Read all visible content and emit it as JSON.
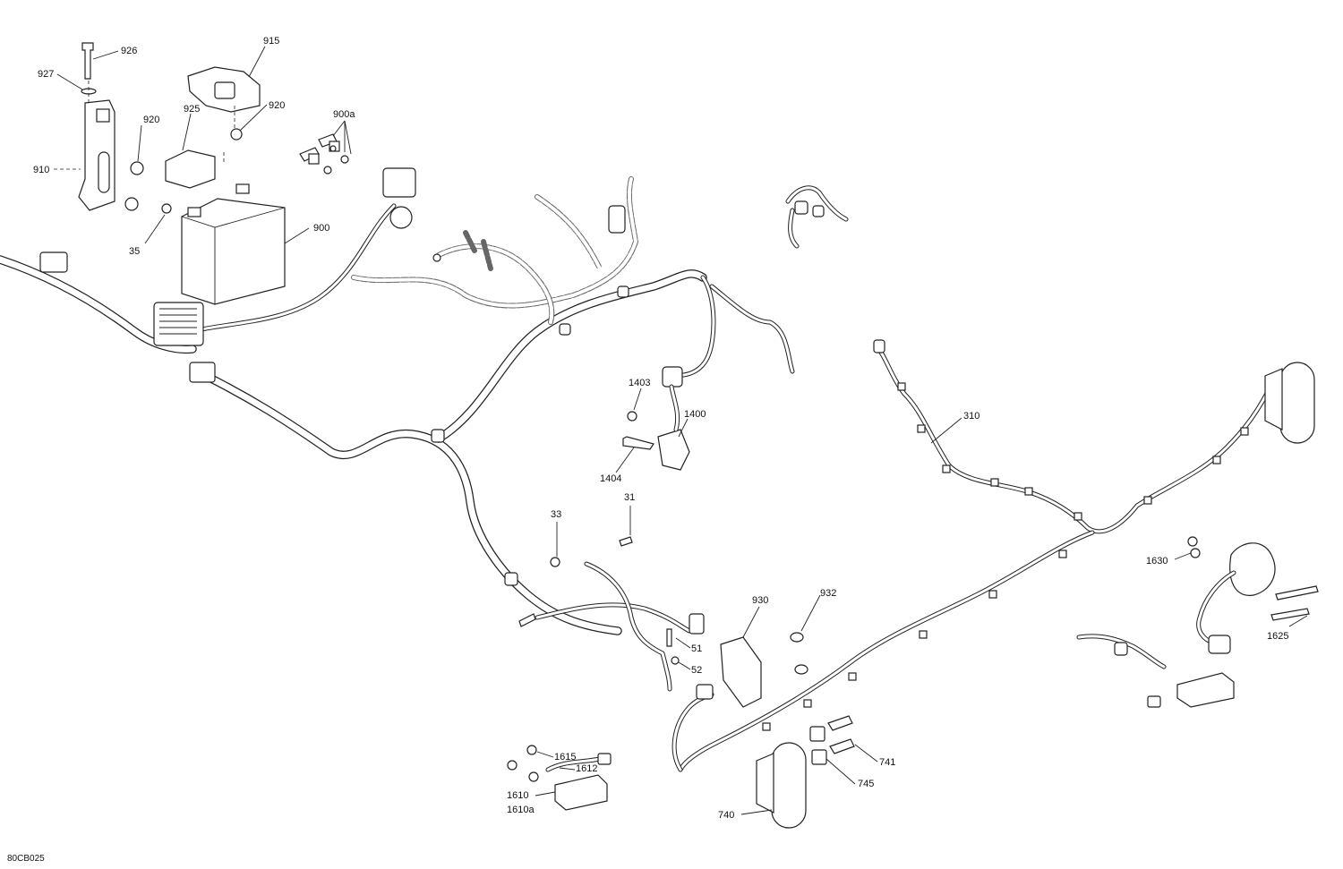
{
  "diagram": {
    "reference_code": "80CB025",
    "callouts": [
      {
        "id": "926",
        "label": "926"
      },
      {
        "id": "927",
        "label": "927"
      },
      {
        "id": "915",
        "label": "915"
      },
      {
        "id": "920a",
        "label": "920"
      },
      {
        "id": "920b",
        "label": "920"
      },
      {
        "id": "925",
        "label": "925"
      },
      {
        "id": "900a",
        "label": "900a"
      },
      {
        "id": "910",
        "label": "910"
      },
      {
        "id": "35",
        "label": "35"
      },
      {
        "id": "900",
        "label": "900"
      },
      {
        "id": "1403",
        "label": "1403"
      },
      {
        "id": "1400",
        "label": "1400"
      },
      {
        "id": "1404",
        "label": "1404"
      },
      {
        "id": "310",
        "label": "310"
      },
      {
        "id": "31",
        "label": "31"
      },
      {
        "id": "33",
        "label": "33"
      },
      {
        "id": "930",
        "label": "930"
      },
      {
        "id": "932",
        "label": "932"
      },
      {
        "id": "51",
        "label": "51"
      },
      {
        "id": "52",
        "label": "52"
      },
      {
        "id": "1630",
        "label": "1630"
      },
      {
        "id": "1625",
        "label": "1625"
      },
      {
        "id": "741",
        "label": "741"
      },
      {
        "id": "745",
        "label": "745"
      },
      {
        "id": "740",
        "label": "740"
      },
      {
        "id": "1615",
        "label": "1615"
      },
      {
        "id": "1612",
        "label": "1612"
      },
      {
        "id": "1610",
        "label": "1610"
      },
      {
        "id": "1610a",
        "label": "1610a"
      }
    ]
  }
}
